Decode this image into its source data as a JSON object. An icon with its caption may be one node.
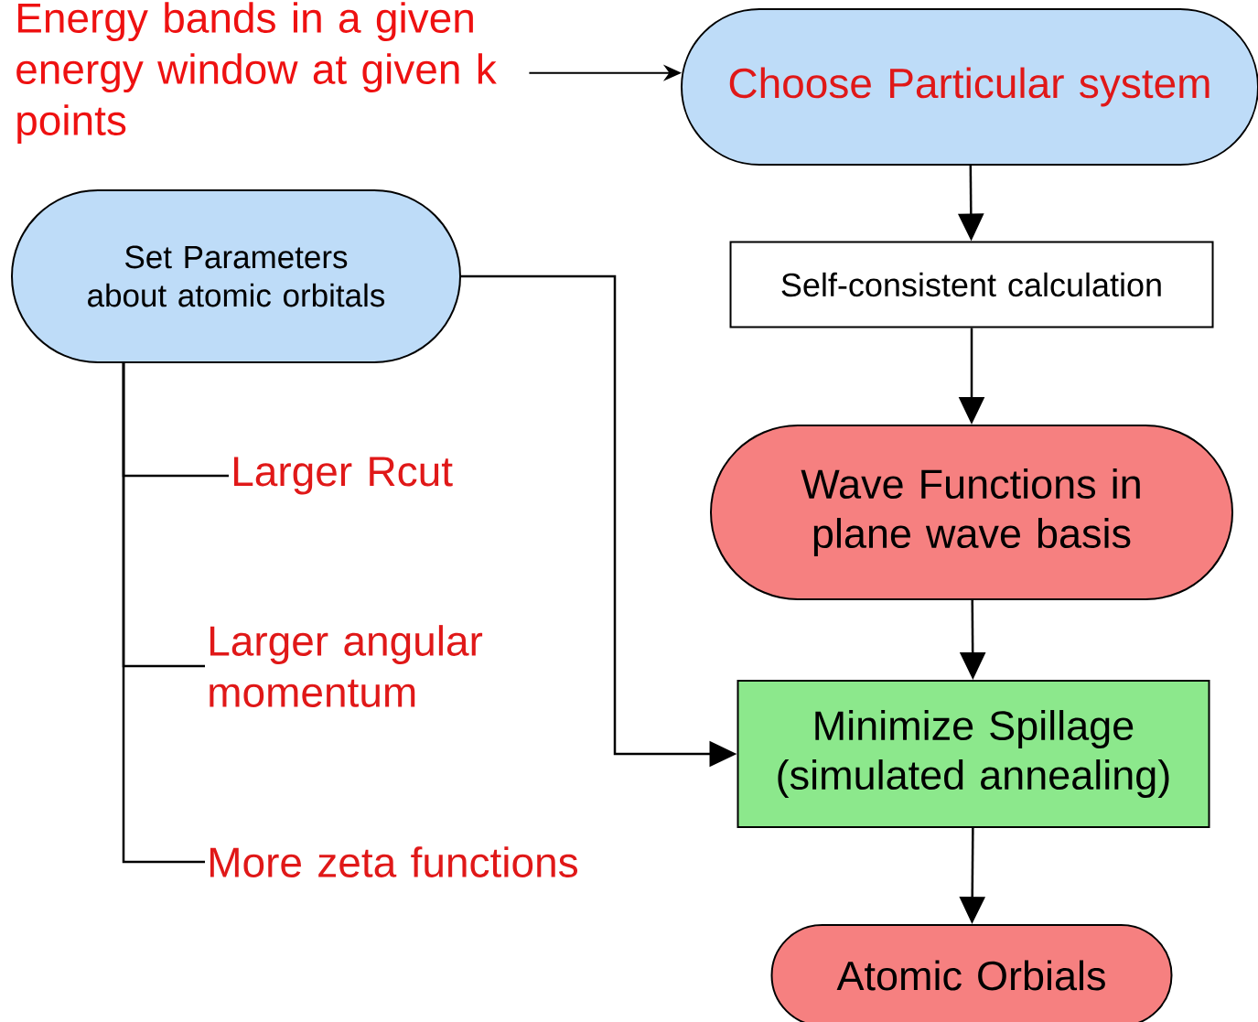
{
  "diagram": {
    "nodes": [
      {
        "text": [
          "Energy bands in a given energy window at given k points"
        ]
      },
      {
        "text": [
          "Choose Particular system"
        ]
      },
      {
        "text": [
          "Self-consistent calculation"
        ]
      },
      {
        "text": [
          "Wave Functions in plane wave basis"
        ]
      },
      {
        "text": [
          "Set Parameters about atomic orbitals"
        ]
      },
      {
        "text": [
          "Larger Rcut"
        ]
      },
      {
        "text": [
          "Larger angular momentum"
        ]
      },
      {
        "text": [
          "More zeta functions"
        ]
      },
      {
        "text": [
          "Minimize Spillage (simulated annealing)"
        ]
      },
      {
        "text": [
          "Atomic Orbials"
        ]
      }
    ],
    "edges": [
      {
        "from": 0,
        "to": 1,
        "arrow": "to"
      },
      {
        "from": 1,
        "to": 2,
        "arrow": "to"
      },
      {
        "from": 2,
        "to": 3,
        "arrow": "to"
      },
      {
        "from": 3,
        "to": 8,
        "arrow": "to"
      },
      {
        "from": 4,
        "to": 8,
        "arrow": "to"
      },
      {
        "from": 4,
        "to": 5,
        "arrow": "none"
      },
      {
        "from": 4,
        "to": 6,
        "arrow": "none"
      },
      {
        "from": 4,
        "to": 7,
        "arrow": "none"
      },
      {
        "from": 8,
        "to": 9,
        "arrow": "to"
      }
    ]
  }
}
